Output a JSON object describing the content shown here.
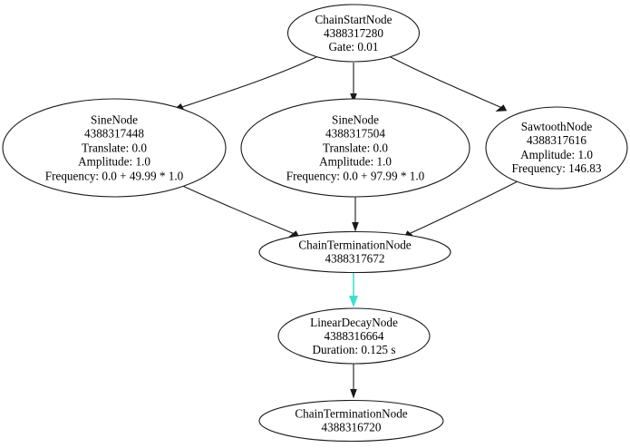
{
  "graph": {
    "background_color": "#ffffff",
    "node_stroke_color": "#1a1a1a",
    "edge_color": "#1a1a1a",
    "accent_edge_color": "#40e0d0",
    "nodes": [
      {
        "id": "chain-start-node",
        "name": "ChainStartNode",
        "lines": [
          "ChainStartNode",
          "4388317280",
          "Gate: 0.01"
        ]
      },
      {
        "id": "sine-node-left",
        "name": "SineNode",
        "lines": [
          "SineNode",
          "4388317448",
          "Translate: 0.0",
          "Amplitude: 1.0",
          "Frequency: 0.0 + 49.99 * 1.0"
        ]
      },
      {
        "id": "sine-node-middle",
        "name": "SineNode",
        "lines": [
          "SineNode",
          "4388317504",
          "Translate: 0.0",
          "Amplitude: 1.0",
          "Frequency: 0.0 + 97.99 * 1.0"
        ]
      },
      {
        "id": "sawtooth-node",
        "name": "SawtoothNode",
        "lines": [
          "SawtoothNode",
          "4388317616",
          "Amplitude: 1.0",
          "Frequency: 146.83"
        ]
      },
      {
        "id": "chain-termination-node-upper",
        "name": "ChainTerminationNode",
        "lines": [
          "ChainTerminationNode",
          "4388317672"
        ]
      },
      {
        "id": "linear-decay-node",
        "name": "LinearDecayNode",
        "lines": [
          "LinearDecayNode",
          "4388316664",
          "Duration: 0.125 s"
        ]
      },
      {
        "id": "chain-termination-node-lower",
        "name": "ChainTerminationNode",
        "lines": [
          "ChainTerminationNode",
          "4388316720"
        ]
      }
    ]
  }
}
